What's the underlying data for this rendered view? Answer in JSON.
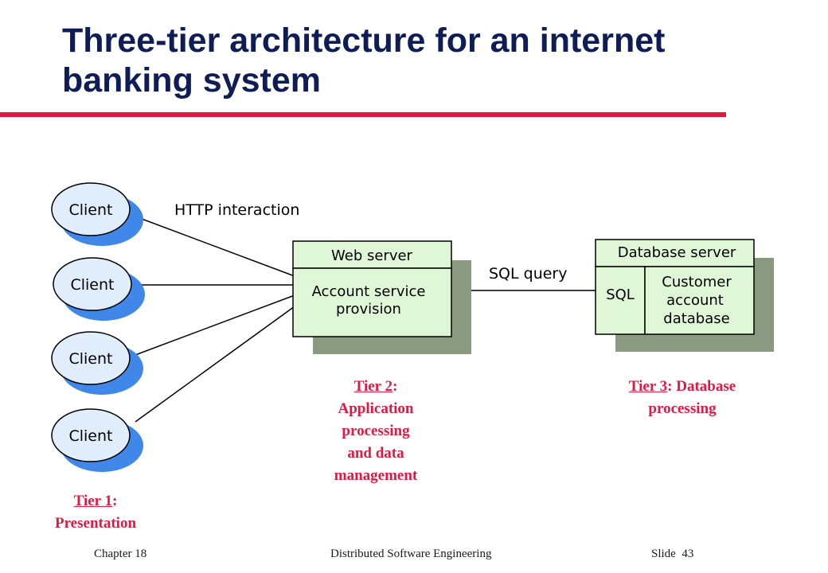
{
  "slide": {
    "title": "Three-tier architecture for an  internet banking system"
  },
  "diagram": {
    "clients": [
      {
        "label": "Client"
      },
      {
        "label": "Client"
      },
      {
        "label": "Client"
      },
      {
        "label": "Client"
      }
    ],
    "http_label": "HTTP interaction",
    "web_server": {
      "title": "Web server",
      "body_line1": "Account service",
      "body_line2": "provision"
    },
    "sql_query_label": "SQL query",
    "database_server": {
      "title": "Database server",
      "sql_label": "SQL",
      "db_line1": "Customer",
      "db_line2": "account",
      "db_line3": "database"
    },
    "tiers": {
      "tier1": {
        "name": "Tier 1",
        "line1_rest": ":",
        "line2": "Presentation"
      },
      "tier2": {
        "name": "Tier 2",
        "line1_rest": ":",
        "line2": "Application",
        "line3": "processing",
        "line4": "and data",
        "line5": "management"
      },
      "tier3": {
        "name": "Tier 3",
        "line1_rest": ": Database",
        "line2": "processing"
      }
    },
    "colors": {
      "client_fill": "#e0eefc",
      "client_shadow": "#3f87e8",
      "box_fill": "#e0f7d7",
      "box_shadow": "#8a9a80",
      "title_blue": "#0f1d57",
      "tier_red": "#e5173f"
    }
  },
  "footer": {
    "left": "Chapter 18",
    "center": "Distributed Software Engineering",
    "right": "Slide  43"
  }
}
